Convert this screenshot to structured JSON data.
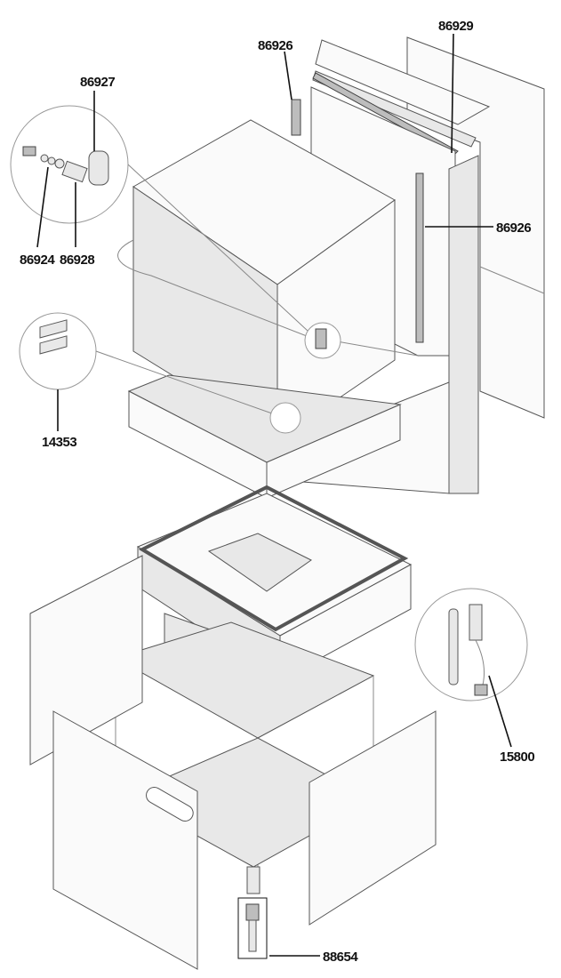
{
  "diagram": {
    "part_labels": {
      "hinge_rail_top": "86926",
      "top_seal": "86929",
      "hinge_lever": "86927",
      "bolt_washers": "86924",
      "bushing": "86928",
      "hinge_rail_right": "86926",
      "magnet_block": "14353",
      "door_switch": "15800",
      "adjustable_foot": "88654"
    }
  }
}
